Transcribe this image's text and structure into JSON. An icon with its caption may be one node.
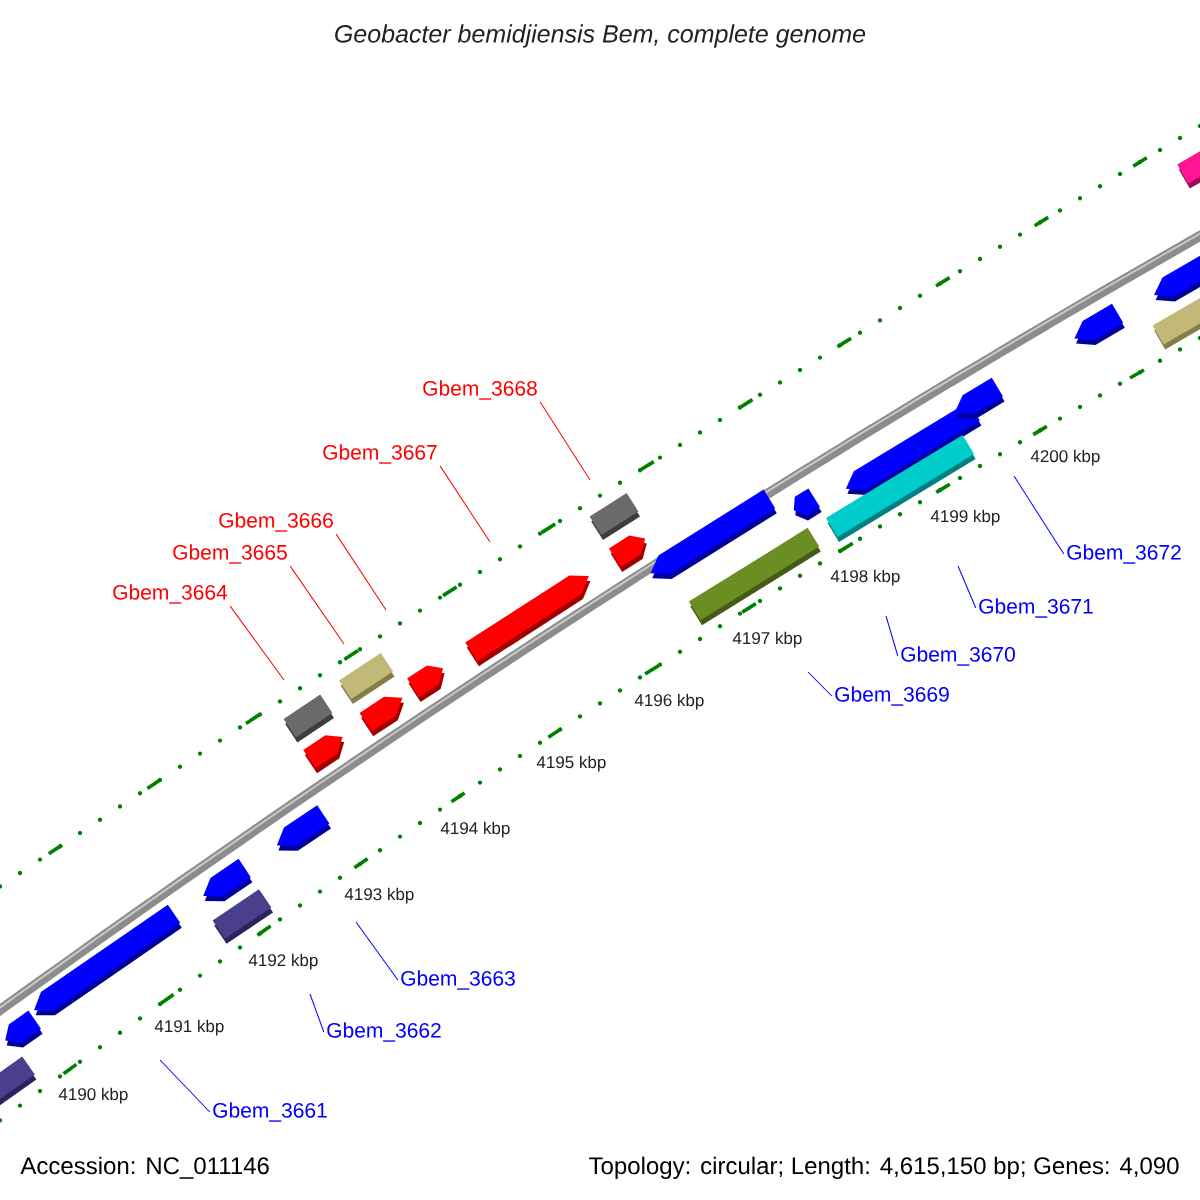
{
  "diagram": {
    "title": "Geobacter bemidjiensis Bem, complete genome",
    "nodes": [
      {
        "text": [
          "Gbem_3661"
        ]
      },
      {
        "text": [
          "Gbem_3662"
        ]
      },
      {
        "text": [
          "Gbem_3663"
        ]
      },
      {
        "text": [
          "Gbem_3664"
        ]
      },
      {
        "text": [
          "Gbem_3665"
        ]
      },
      {
        "text": [
          "Gbem_3666"
        ]
      },
      {
        "text": [
          "Gbem_3667"
        ]
      },
      {
        "text": [
          "Gbem_3668"
        ]
      },
      {
        "text": [
          "Gbem_3669"
        ]
      },
      {
        "text": [
          "Gbem_3670"
        ]
      },
      {
        "text": [
          "Gbem_3671"
        ]
      },
      {
        "text": [
          "Gbem_3672"
        ]
      }
    ],
    "edges": [
      {
        "from": 0,
        "to": null,
        "arrow": "none"
      },
      {
        "from": 1,
        "to": null,
        "arrow": "none"
      },
      {
        "from": 2,
        "to": null,
        "arrow": "none"
      },
      {
        "from": 3,
        "to": null,
        "arrow": "none",
        "color": "#ff0000"
      },
      {
        "from": 4,
        "to": null,
        "arrow": "none",
        "color": "#ff0000"
      },
      {
        "from": 5,
        "to": null,
        "arrow": "none",
        "color": "#ff0000"
      },
      {
        "from": 6,
        "to": null,
        "arrow": "none",
        "color": "#ff0000"
      },
      {
        "from": 7,
        "to": null,
        "arrow": "none",
        "color": "#ff0000"
      },
      {
        "from": 8,
        "to": null,
        "arrow": "none"
      },
      {
        "from": 9,
        "to": null,
        "arrow": "none"
      },
      {
        "from": 10,
        "to": null,
        "arrow": "none"
      },
      {
        "from": 11,
        "to": null,
        "arrow": "none"
      }
    ],
    "labels": [
      "4190 kbp",
      "4191 kbp",
      "4192 kbp",
      "4193 kbp",
      "4194 kbp",
      "4195 kbp",
      "4196 kbp",
      "4197 kbp",
      "4198 kbp",
      "4199 kbp",
      "4200 kbp",
      "Accession: NC_011146",
      "Topology: circular; Length: 4,615,150 bp; Genes: 4,090"
    ]
  }
}
